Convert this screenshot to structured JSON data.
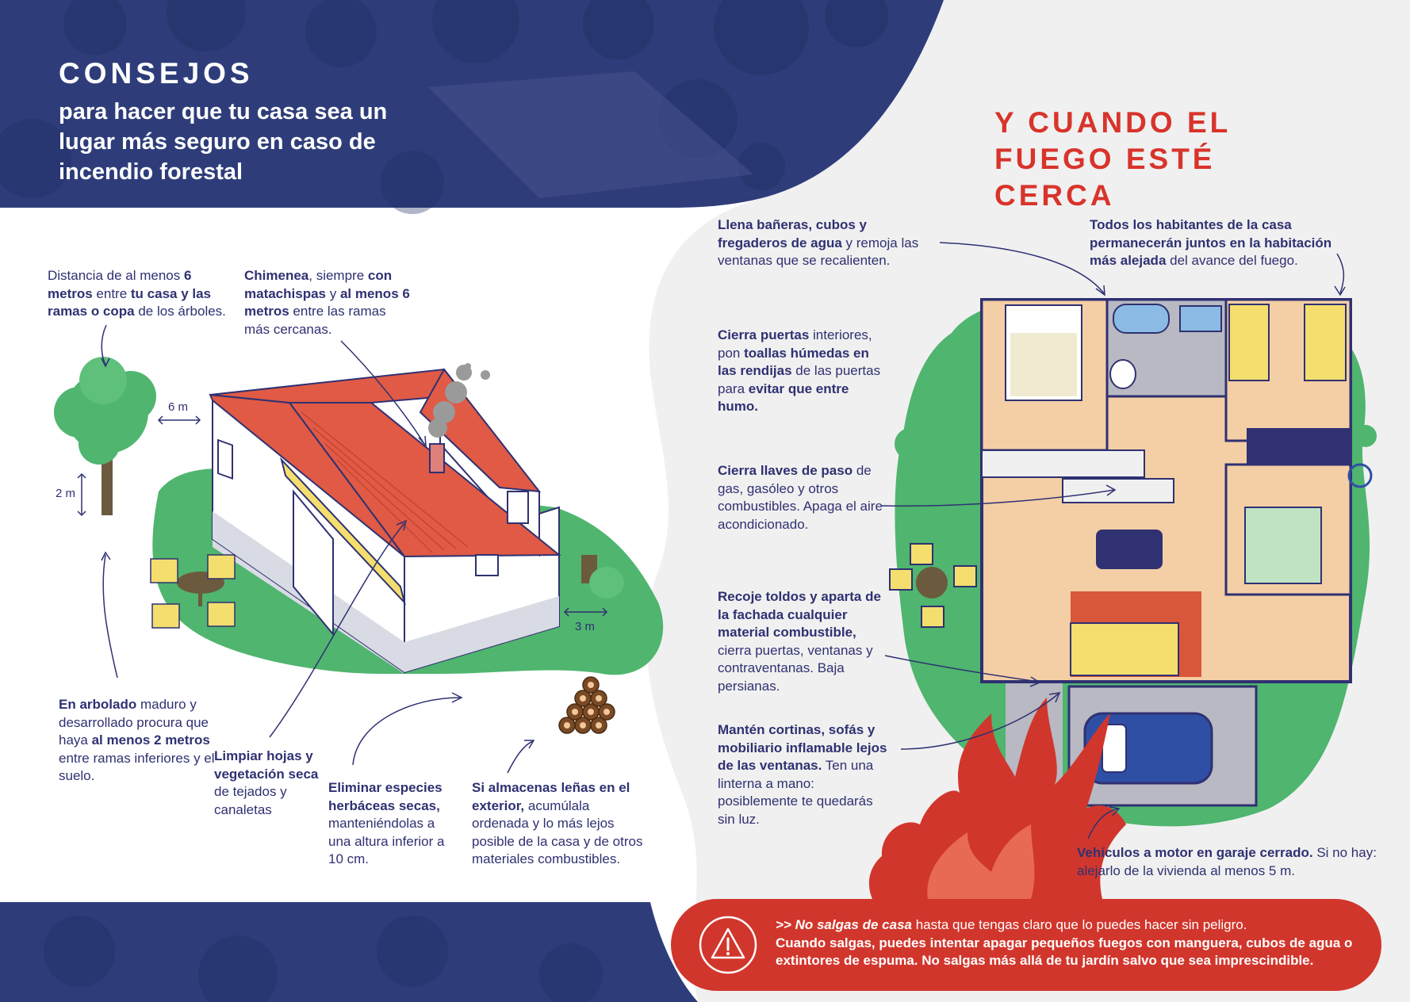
{
  "left": {
    "title": "CONSEJOS",
    "subtitle": "para hacer que tu casa sea un lugar más seguro en caso de incendio forestal",
    "dim_6m": "6 m",
    "dim_2m": "2 m",
    "dim_3m": "3 m",
    "tips": {
      "distance": {
        "t1": "Distancia de al menos ",
        "b1": "6 metros",
        "t2": " entre ",
        "b2": "tu casa y las ramas o copa",
        "t3": " de los árboles."
      },
      "chimney": {
        "b1": "Chimenea",
        "t1": ", siempre ",
        "b2": "con matachispas",
        "t2": " y ",
        "b3": "al menos 6 metros",
        "t3": " entre las ramas más cercanas."
      },
      "trees": {
        "b1": "En arbolado",
        "t1": " maduro y desarrollado procura que haya ",
        "b2": "al menos 2 metros",
        "t2": " entre ramas inferiores y el suelo."
      },
      "leaves": {
        "b1": "Limpiar hojas y vegetación seca",
        "t1": " de tejados y canaletas"
      },
      "grass": {
        "b1": "Eliminar especies herbáceas secas,",
        "t1": " manteniéndolas a una altura inferior a 10 cm."
      },
      "firewood": {
        "b1": "Si almacenas leñas en el exterior,",
        "t1": " acumúlala ordenada y lo más lejos posible de la casa y de otros materiales combustibles."
      }
    }
  },
  "right": {
    "title": "Y CUANDO EL FUEGO ESTÉ CERCA",
    "tips": {
      "water": {
        "b1": "Llena bañeras, cubos y fregaderos de agua",
        "t1": " y remoja las ventanas que se recalienten."
      },
      "together": {
        "b1": "Todos los habitantes de la casa permanecerán juntos en la habitación más alejada",
        "t1": " del avance del fuego."
      },
      "doors": {
        "b1": "Cierra puertas",
        "t1": " interiores, pon ",
        "b2": "toallas húmedas en las rendijas",
        "t2": " de las puertas para ",
        "b3": "evitar que entre humo."
      },
      "valves": {
        "b1": "Cierra llaves de paso",
        "t1": " de gas, gasóleo y otros combustibles. Apaga el aire acondicionado."
      },
      "awnings": {
        "b1": "Recoje toldos y aparta de la fachada cualquier material combustible,",
        "t1": " cierra puertas, ventanas y contraventanas. Baja persianas."
      },
      "curtains": {
        "b1": "Mantén cortinas, sofás y mobiliario inflamable lejos de las ventanas.",
        "t1": " Ten una  linterna a mano: posiblemente te quedarás sin luz."
      },
      "vehicles": {
        "b1": "Vehículos a motor en garaje cerrado.",
        "t1": " Si no hay: alejarlo de la vivienda al menos 5 m."
      }
    },
    "warning": {
      "b1": ">> No salgas de casa",
      "t1": " hasta que tengas claro que lo puedes hacer sin peligro.",
      "t2": "Cuando salgas, puedes intentar apagar pequeños fuegos con manguera, cubos de agua o extintores de espuma. No salgas más allá de tu jardín salvo que sea imprescindible."
    }
  },
  "colors": {
    "navy": "#2f3172",
    "red": "#d1362c",
    "green": "#4fb56f",
    "roof": "#e05a45",
    "grey_bg": "#f0f0f0"
  }
}
